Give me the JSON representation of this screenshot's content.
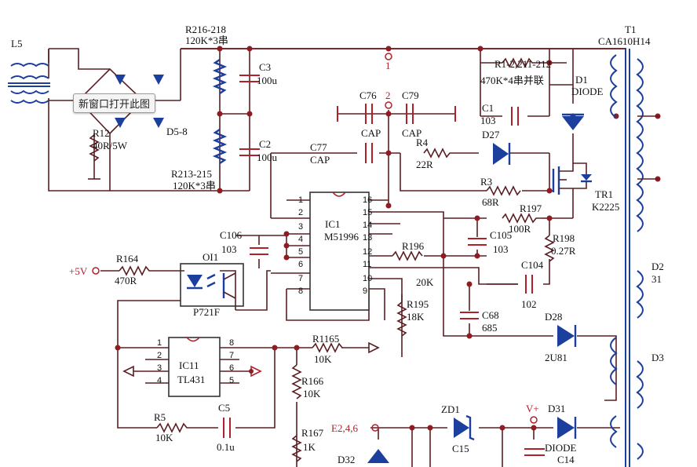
{
  "labels": {
    "L5": "L5",
    "R216": "R216-218",
    "R216_val": "120K*3串",
    "C3": "C3",
    "C3_val": "100u",
    "C2": "C2",
    "C2_val": "100u",
    "R213": "R213-215",
    "R213_val": "120K*3串",
    "R12": "R12",
    "R12_val": "40R/5W",
    "D58": "D5-8",
    "T1": "T1",
    "T1_part": "CA1610H14",
    "R1": "R1-2,211-212",
    "R1_val": "470K*4串并联",
    "D1": "D1",
    "D1_val": "DIODE",
    "C1": "C1",
    "C1_val": "103",
    "C76": "C76",
    "C79": "C79",
    "CAP1": "CAP",
    "CAP2": "CAP",
    "C77": "C77",
    "CAP3": "CAP",
    "node1": "1",
    "node2": "2",
    "R4": "R4",
    "R4_val": "22R",
    "D27": "D27",
    "R3": "R3",
    "R3_val": "68R",
    "TR1": "TR1",
    "TR1_val": "K2225",
    "IC1": "IC1",
    "IC1_part": "M51996",
    "R197": "R197",
    "R197_val": "100R",
    "C105": "C105",
    "C105_val": "103",
    "R198": "R198",
    "R198_val": "0.27R",
    "C106": "C106",
    "C106_val": "103",
    "R196": "R196",
    "R196_val": "20K",
    "C104": "C104",
    "C104_val": "102",
    "plus5v": "+5V",
    "R164": "R164",
    "R164_val": "470R",
    "OI1": "OI1",
    "P721F": "P721F",
    "R195": "R195",
    "R195_val": "18K",
    "C68": "C68",
    "C68_val": "685",
    "D28": "D28",
    "D28_val": "2U81",
    "IC11": "IC11",
    "IC11_part": "TL431",
    "R1165": "R1165",
    "R1165_val": "10K",
    "R166": "R166",
    "R166_val": "10K",
    "R5": "R5",
    "R5_val": "10K",
    "C5": "C5",
    "C5_val": "0.1u",
    "R167": "R167",
    "R167_val": "1K",
    "ZD1": "ZD1",
    "C15": "C15",
    "E246": "E2,4,6",
    "Vplus": "V+",
    "D31": "D31",
    "D31_val": "DIODE",
    "C14": "C14",
    "D32": "D32",
    "D2": "D2",
    "D2b": "31",
    "D3": "D3"
  },
  "ic1_pins": [
    "1",
    "2",
    "3",
    "4",
    "5",
    "6",
    "7",
    "8",
    "9",
    "10",
    "11",
    "12",
    "13",
    "14",
    "15",
    "16"
  ],
  "ic11_pins": [
    "1",
    "2",
    "3",
    "4",
    "5",
    "6",
    "7",
    "8"
  ],
  "tooltip": "新窗口打开此图",
  "colors": {
    "wire": "#5a1e22",
    "component": "#1c3e9c",
    "accent": "#b0202a"
  }
}
